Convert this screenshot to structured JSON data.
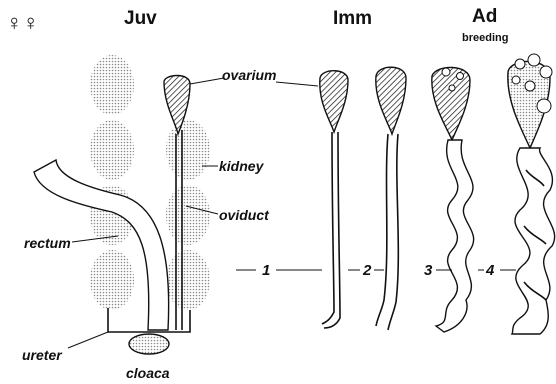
{
  "header": {
    "symbol": "♀♀",
    "stages": {
      "juv": "Juv",
      "imm": "Imm",
      "ad": "Ad",
      "ad_sub": "breeding"
    }
  },
  "labels": {
    "ovarium": "ovarium",
    "kidney": "kidney",
    "oviduct": "oviduct",
    "rectum": "rectum",
    "ureter": "ureter",
    "cloaca": "cloaca"
  },
  "stage_numbers": [
    "1",
    "2",
    "3",
    "4"
  ],
  "colors": {
    "ink": "#111111",
    "stipple": "#bdbdbd",
    "background": "#ffffff"
  }
}
